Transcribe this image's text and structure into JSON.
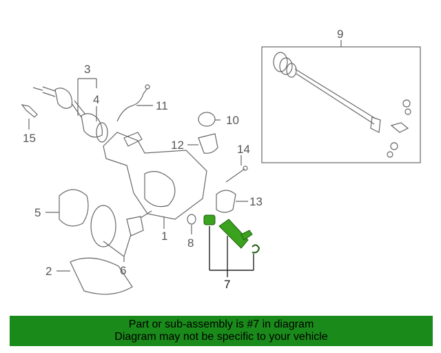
{
  "callouts": {
    "c1": "1",
    "c2": "2",
    "c3": "3",
    "c4": "4",
    "c5": "5",
    "c6": "6",
    "c7": "7",
    "c8": "8",
    "c9": "9",
    "c10": "10",
    "c11": "11",
    "c12": "12",
    "c13": "13",
    "c14": "14",
    "c15": "15"
  },
  "highlight_part": "7",
  "colors": {
    "highlight": "#3aa21c",
    "banner": "#1a8a1a",
    "line": "#666666"
  },
  "banner": {
    "line1": "Part or sub-assembly is #7 in diagram",
    "line2": "Diagram may not be specific to your vehicle"
  }
}
